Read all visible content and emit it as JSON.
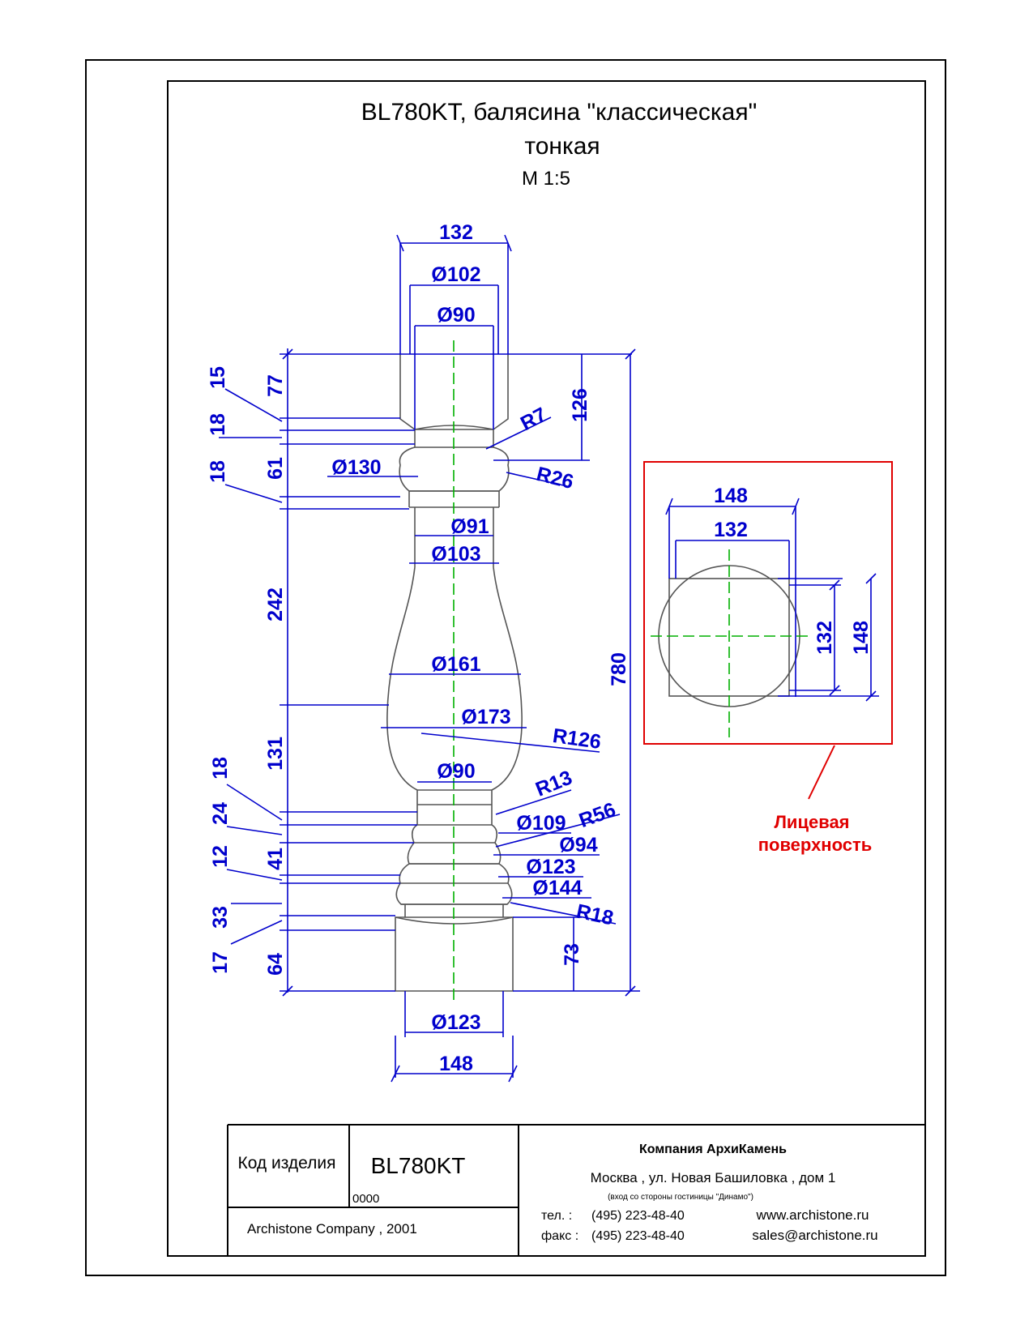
{
  "title": {
    "line1": "BL780KT, балясина \"классическая\"",
    "line2": "тонкая",
    "scale": "М 1:5"
  },
  "colors": {
    "dimension": "#0000cc",
    "outline": "#555555",
    "axis": "#00b000",
    "callout": "#e00000",
    "frame": "#000000"
  },
  "dimensions": {
    "top_width": "132",
    "top_d102": "Ø102",
    "top_d90": "Ø90",
    "d130": "Ø130",
    "d91": "Ø91",
    "d103": "Ø103",
    "d161": "Ø161",
    "d173": "Ø173",
    "d90_lower": "Ø90",
    "d109": "Ø109",
    "d94": "Ø94",
    "d123_mid": "Ø123",
    "d144": "Ø144",
    "d123_base": "Ø123",
    "base_width": "148",
    "r7": "R7",
    "r26": "R26",
    "r126": "R126",
    "r13": "R13",
    "r56": "R56",
    "r18": "R18",
    "h15": "15",
    "h77": "77",
    "h18a": "18",
    "h18b": "18",
    "h61": "61",
    "h242": "242",
    "h131": "131",
    "h18c": "18",
    "h24": "24",
    "h12": "12",
    "h41": "41",
    "h33": "33",
    "h17": "17",
    "h64": "64",
    "r126h": "126",
    "h73": "73",
    "total": "780"
  },
  "face_view": {
    "w148": "148",
    "w132": "132",
    "h132": "132",
    "h148": "148",
    "caption_line1": "Лицевая",
    "caption_line2": "поверхность"
  },
  "title_block": {
    "code_label": "Код изделия",
    "code_value": "BL780KT",
    "code_sub": "0000",
    "copyright": "Archistone  Company ,  2001",
    "company": "Компания  АрхиКамень",
    "address": "Москва , ул. Новая Башиловка , дом 1",
    "address_note": "(вход со стороны гостиницы \"Динамо\")",
    "tel_label": "тел.   :",
    "tel": "(495) 223-48-40",
    "fax_label": "факс :",
    "fax": "(495) 223-48-40",
    "website": "www.archistone.ru",
    "email": "sales@archistone.ru"
  }
}
